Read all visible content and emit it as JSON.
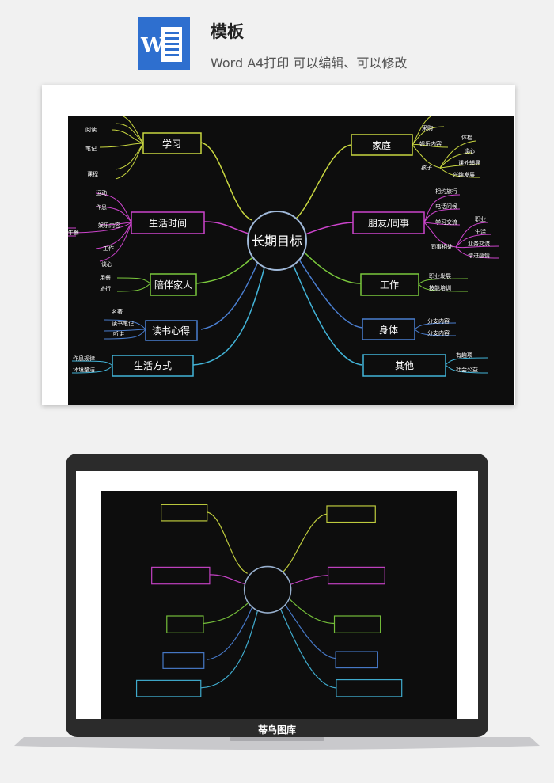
{
  "header": {
    "title": "模板",
    "subtitle": "Word A4打印 可以编辑、可以修改",
    "icon_letter": "W"
  },
  "mindmap": {
    "center": "长期目标",
    "branches": {
      "study": {
        "label": "学习",
        "color": "#c8d640",
        "leaves": [
          "阅读",
          "笔记",
          "课程"
        ]
      },
      "life_time": {
        "label": "生活时间",
        "color": "#cc44cc",
        "leaves": [
          "运动",
          "作息",
          "娱乐内容",
          "午餐",
          "工作",
          "谈心"
        ]
      },
      "company": {
        "label": "陪伴家人",
        "color": "#7ac83c",
        "leaves": [
          "用餐",
          "旅行"
        ]
      },
      "reading": {
        "label": "读书心得",
        "color": "#4a7ed0",
        "leaves": [
          "名著",
          "读书笔记",
          "听讲"
        ]
      },
      "lifestyle": {
        "label": "生活方式",
        "color": "#42b4d8",
        "leaves": [
          "作息规律",
          "环境整洁"
        ]
      },
      "family": {
        "label": "家庭",
        "color": "#c8d640",
        "leaves": [
          "存款",
          "采购",
          "娱乐内容",
          "体检",
          "谈心",
          "孩子",
          "课外辅导",
          "兴趣发展"
        ]
      },
      "friends": {
        "label": "朋友/同事",
        "color": "#cc44cc",
        "leaves": [
          "相约旅行",
          "电话问候",
          "学习交流",
          "职业",
          "生活",
          "同事相处",
          "业务交流",
          "增进感情"
        ]
      },
      "work": {
        "label": "工作",
        "color": "#7ac83c",
        "leaves": [
          "职业发展",
          "技能培训"
        ]
      },
      "body": {
        "label": "身体",
        "color": "#4a7ed0",
        "leaves": [
          "分支内容",
          "分支内容"
        ]
      },
      "other": {
        "label": "其他",
        "color": "#42b4d8",
        "leaves": [
          "有趣项",
          "社会公益"
        ]
      }
    }
  },
  "footer": {
    "watermark": "蒂鸟图库"
  }
}
